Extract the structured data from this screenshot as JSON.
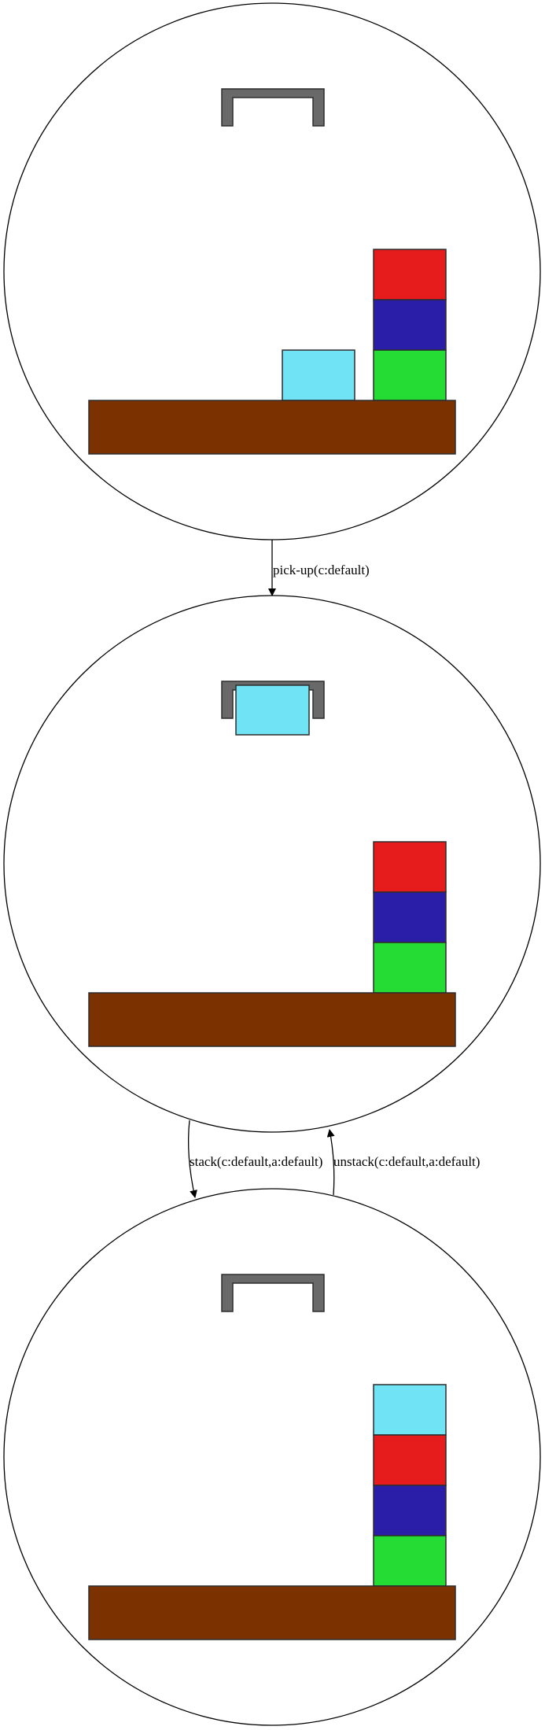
{
  "colors": {
    "table": "#7b3100",
    "gripper": "#696969",
    "red": "#e61c1c",
    "blue": "#2a1ea9",
    "green": "#24dc33",
    "cyan": "#70e3f5",
    "outline": "#2d2d2d"
  },
  "states": [
    {
      "id": "s0",
      "holding": null,
      "blocks_on_table": [
        "cyan"
      ],
      "stack": [
        "green",
        "blue",
        "red"
      ]
    },
    {
      "id": "s1",
      "holding": "cyan",
      "blocks_on_table": [],
      "stack": [
        "green",
        "blue",
        "red"
      ]
    },
    {
      "id": "s2",
      "holding": null,
      "blocks_on_table": [],
      "stack": [
        "green",
        "blue",
        "red",
        "cyan"
      ]
    }
  ],
  "edges": [
    {
      "from": "s0",
      "to": "s1",
      "label": "pick-up(c:default)"
    },
    {
      "from": "s1",
      "to": "s2",
      "label": "stack(c:default,a:default)"
    },
    {
      "from": "s2",
      "to": "s1",
      "label": "unstack(c:default,a:default)"
    }
  ]
}
